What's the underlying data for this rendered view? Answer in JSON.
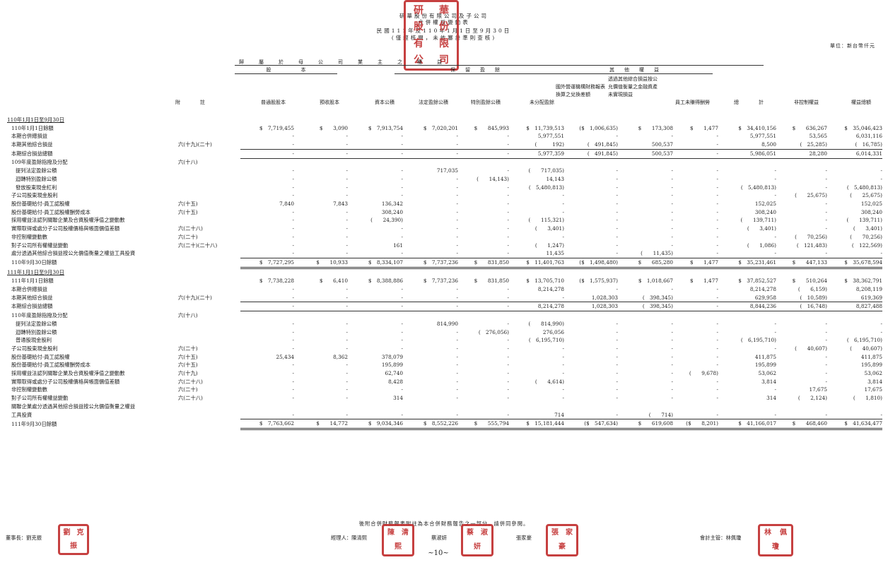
{
  "header": {
    "company": "研華股份有限公司及子公司",
    "statement": "合併權益變動表",
    "period": "民國111年及110年1月1日至9月30日",
    "note": "(僅經核閱，未依審計準則查核)",
    "unit": "單位：新台幣仟元"
  },
  "col_headers": {
    "group1": "歸　　　屬　　　於　　　母　　　公　　　司　　　業　　　主　　　之　　　權　　　益",
    "share_capital": "股　　　　　　本",
    "retained": "保　　留　　盈　　餘",
    "other_equity": "其　　他　　權　　益",
    "note_col": "附　　　　註",
    "ordinary": "普通股股本",
    "advance": "預收股本",
    "capital_surplus": "資本公積",
    "legal_reserve": "法定盈餘公積",
    "special_reserve": "特別盈餘公積",
    "unappropriated": "未分配盈餘",
    "fx": "國外營運機構財務報表換算之兌換差額",
    "fvoci": "透過其他綜合損益按公允價值衡量之金融資產未實現損益",
    "employee": "員工未賺得酬勞",
    "total": "總　　　　計",
    "nci": "非控制權益",
    "total_equity": "權益總額"
  },
  "rows": [
    {
      "label": "110年1月1日至9月30日",
      "note": "",
      "cells": [
        "",
        "",
        "",
        "",
        "",
        "",
        "",
        "",
        "",
        "",
        "",
        ""
      ],
      "type": "group"
    },
    {
      "label": "110年1月1日餘額",
      "note": "",
      "cells": [
        "$　7,719,455",
        "$　　3,090",
        "$　7,913,754",
        "$　7,020,201",
        "$　　845,993",
        "$　11,739,513",
        "($　1,006,635)",
        "$　　173,308",
        "$　　1,477",
        "$　34,410,156",
        "$　　636,267",
        "$　35,046,423"
      ],
      "type": "su",
      "indent": 1
    },
    {
      "label": "本期合併總損益",
      "note": "",
      "cells": [
        "-",
        "-",
        "-",
        "-",
        "-",
        "5,977,551",
        "-",
        "-",
        "-",
        "5,977,551",
        "53,565",
        "6,031,116"
      ],
      "type": "n",
      "indent": 1
    },
    {
      "label": "本期其他綜合損益",
      "note": "六(十九)(二十)",
      "cells": [
        "-",
        "-",
        "-",
        "-",
        "-",
        "(　　　192)",
        "(　491,845)",
        "500,537",
        "-",
        "8,500",
        "(　25,285)",
        "(　16,785)"
      ],
      "type": "u",
      "indent": 1
    },
    {
      "label": "本期綜合損益總額",
      "note": "",
      "cells": [
        "-",
        "-",
        "-",
        "-",
        "-",
        "5,977,359",
        "(　491,845)",
        "500,537",
        "-",
        "5,986,051",
        "28,280",
        "6,014,331"
      ],
      "type": "u",
      "indent": 1
    },
    {
      "label": "109年度盈餘指撥及分配",
      "note": "六(十八)",
      "cells": [
        "",
        "",
        "",
        "",
        "",
        "",
        "",
        "",
        "",
        "",
        "",
        ""
      ],
      "type": "n",
      "indent": 1
    },
    {
      "label": "提列法定盈餘公積",
      "note": "",
      "cells": [
        "-",
        "-",
        "-",
        "717,035",
        "-",
        "(　　717,035)",
        "-",
        "-",
        "-",
        "-",
        "-",
        "-"
      ],
      "type": "n",
      "indent": 2
    },
    {
      "label": "迴轉特別盈餘公積",
      "note": "",
      "cells": [
        "-",
        "-",
        "-",
        "-",
        "(　　14,143)",
        "14,143",
        "-",
        "-",
        "-",
        "-",
        "-",
        "-"
      ],
      "type": "n",
      "indent": 2
    },
    {
      "label": "發放股東現金紅利",
      "note": "",
      "cells": [
        "-",
        "-",
        "-",
        "-",
        "-",
        "(　5,480,813)",
        "-",
        "-",
        "-",
        "(　5,480,813)",
        "-",
        "(　5,480,813)"
      ],
      "type": "n",
      "indent": 2
    },
    {
      "label": "子公司股東現金股利",
      "note": "",
      "cells": [
        "-",
        "-",
        "-",
        "-",
        "-",
        "-",
        "-",
        "-",
        "-",
        "-",
        "(　　25,675)",
        "(　　25,675)"
      ],
      "type": "n",
      "indent": 1
    },
    {
      "label": "股份基礎給付-員工認股權",
      "note": "六(十五)",
      "cells": [
        "7,840",
        "7,843",
        "136,342",
        "-",
        "-",
        "-",
        "-",
        "-",
        "-",
        "152,025",
        "-",
        "152,025"
      ],
      "type": "n",
      "indent": 1
    },
    {
      "label": "股份基礎給付-員工認股權酬勞成本",
      "note": "六(十五)",
      "cells": [
        "-",
        "-",
        "308,240",
        "-",
        "-",
        "-",
        "-",
        "-",
        "-",
        "308,240",
        "-",
        "308,240"
      ],
      "type": "n",
      "indent": 1
    },
    {
      "label": "採用權益法認列關聯企業及合資股權淨值之變動數",
      "note": "",
      "cells": [
        "-",
        "-",
        "(　　24,390)",
        "-",
        "-",
        "(　　115,321)",
        "-",
        "-",
        "-",
        "(　　139,711)",
        "-",
        "(　　139,711)"
      ],
      "type": "n",
      "indent": 1
    },
    {
      "label": "實際取得或處分子公司股權價格與帳面價值差額",
      "note": "六(二十八)",
      "cells": [
        "-",
        "-",
        "-",
        "-",
        "-",
        "(　　3,401)",
        "-",
        "-",
        "-",
        "(　　3,401)",
        "-",
        "(　　3,401)"
      ],
      "type": "n",
      "indent": 1
    },
    {
      "label": "非控制權變動數",
      "note": "六(二十)",
      "cells": [
        "-",
        "-",
        "-",
        "-",
        "-",
        "-",
        "-",
        "-",
        "-",
        "-",
        "(　　70,256)",
        "(　　70,256)"
      ],
      "type": "n",
      "indent": 1
    },
    {
      "label": "對子公司所有權權益變動",
      "note": "六(二十)(二十八)",
      "cells": [
        "-",
        "-",
        "161",
        "-",
        "-",
        "(　　1,247)",
        "-",
        "-",
        "-",
        "(　　1,086)",
        "(　121,483)",
        "(　122,569)"
      ],
      "type": "n",
      "indent": 1
    },
    {
      "label": "處分透過其他綜合損益按公允價值衡量之權益工具投資",
      "note": "",
      "cells": [
        "-",
        "-",
        "-",
        "-",
        "-",
        "11,435",
        "-",
        "(　　11,435)",
        "-",
        "-",
        "-",
        "-"
      ],
      "type": "u",
      "indent": 1
    },
    {
      "label": "110年9月30日餘額",
      "note": "",
      "cells": [
        "$　7,727,295",
        "$　　10,933",
        "$　8,334,107",
        "$　7,737,236",
        "$　　831,850",
        "$　11,401,763",
        "($　1,498,480)",
        "$　　685,280",
        "$　　1,477",
        "$　35,231,461",
        "$　　447,133",
        "$　35,678,594"
      ],
      "type": "d",
      "indent": 1
    },
    {
      "label": "111年1月1日至9月30日",
      "note": "",
      "cells": [
        "",
        "",
        "",
        "",
        "",
        "",
        "",
        "",
        "",
        "",
        "",
        ""
      ],
      "type": "group"
    },
    {
      "label": "111年1月1日餘額",
      "note": "",
      "cells": [
        "$　7,738,228",
        "$　　6,410",
        "$　8,388,886",
        "$　7,737,236",
        "$　　831,850",
        "$　13,705,710",
        "($　1,575,937)",
        "$　1,018,667",
        "$　　1,477",
        "$　37,852,527",
        "$　　510,264",
        "$　38,362,791"
      ],
      "type": "su",
      "indent": 1
    },
    {
      "label": "本期合併總損益",
      "note": "",
      "cells": [
        "-",
        "-",
        "-",
        "-",
        "-",
        "8,214,278",
        "-",
        "-",
        "-",
        "8,214,278",
        "(　　6,159)",
        "8,208,119"
      ],
      "type": "n",
      "indent": 1
    },
    {
      "label": "本期其他綜合損益",
      "note": "六(十九)(二十)",
      "cells": [
        "-",
        "-",
        "-",
        "-",
        "-",
        "-",
        "1,028,303",
        "(　398,345)",
        "-",
        "629,958",
        "(　10,589)",
        "619,369"
      ],
      "type": "u",
      "indent": 1
    },
    {
      "label": "本期綜合損益總額",
      "note": "",
      "cells": [
        "-",
        "-",
        "-",
        "-",
        "-",
        "8,214,278",
        "1,028,303",
        "(　398,345)",
        "-",
        "8,844,236",
        "(　16,748)",
        "8,827,488"
      ],
      "type": "u",
      "indent": 1
    },
    {
      "label": "110年度盈餘指撥及分配",
      "note": "六(十八)",
      "cells": [
        "",
        "",
        "",
        "",
        "",
        "",
        "",
        "",
        "",
        "",
        "",
        ""
      ],
      "type": "n",
      "indent": 1
    },
    {
      "label": "提列法定盈餘公積",
      "note": "",
      "cells": [
        "-",
        "-",
        "-",
        "814,990",
        "-",
        "(　　814,990)",
        "-",
        "-",
        "-",
        "-",
        "-",
        "-"
      ],
      "type": "n",
      "indent": 2
    },
    {
      "label": "迴轉特別盈餘公積",
      "note": "",
      "cells": [
        "-",
        "-",
        "-",
        "-",
        "(　276,056)",
        "276,056",
        "-",
        "-",
        "-",
        "-",
        "-",
        "-"
      ],
      "type": "n",
      "indent": 2
    },
    {
      "label": "普通股現金股利",
      "note": "",
      "cells": [
        "-",
        "-",
        "-",
        "-",
        "-",
        "(　6,195,710)",
        "-",
        "-",
        "-",
        "(　6,195,710)",
        "-",
        "(　6,195,710)"
      ],
      "type": "n",
      "indent": 2
    },
    {
      "label": "子公司股東現金股利",
      "note": "六(二十)",
      "cells": [
        "-",
        "-",
        "-",
        "-",
        "-",
        "-",
        "-",
        "-",
        "-",
        "-",
        "(　　40,607)",
        "(　　40,607)"
      ],
      "type": "n",
      "indent": 1
    },
    {
      "label": "股份基礎給付-員工認股權",
      "note": "六(十五)",
      "cells": [
        "25,434",
        "8,362",
        "378,079",
        "-",
        "-",
        "-",
        "-",
        "-",
        "-",
        "411,875",
        "-",
        "411,875"
      ],
      "type": "n",
      "indent": 1
    },
    {
      "label": "股份基礎給付-員工認股權酬勞成本",
      "note": "六(十五)",
      "cells": [
        "-",
        "-",
        "195,899",
        "-",
        "-",
        "-",
        "-",
        "-",
        "-",
        "195,899",
        "-",
        "195,899"
      ],
      "type": "n",
      "indent": 1
    },
    {
      "label": "採用權益法認列關聯企業及合資股權淨值之變動數",
      "note": "六(十九)",
      "cells": [
        "-",
        "-",
        "62,740",
        "-",
        "-",
        "-",
        "-",
        "-",
        "(　　9,678)",
        "53,062",
        "-",
        "53,062"
      ],
      "type": "n",
      "indent": 1
    },
    {
      "label": "實際取得或處分子公司股權價格與帳面價值差額",
      "note": "六(二十八)",
      "cells": [
        "-",
        "-",
        "8,428",
        "-",
        "-",
        "(　　4,614)",
        "-",
        "-",
        "-",
        "3,814",
        "-",
        "3,814"
      ],
      "type": "n",
      "indent": 1
    },
    {
      "label": "非控制權變動數",
      "note": "六(二十)",
      "cells": [
        "-",
        "-",
        "-",
        "-",
        "-",
        "-",
        "-",
        "-",
        "-",
        "-",
        "17,675",
        "17,675"
      ],
      "type": "n",
      "indent": 1
    },
    {
      "label": "對子公司所有權權益變動",
      "note": "六(二十八)",
      "cells": [
        "-",
        "-",
        "314",
        "-",
        "-",
        "-",
        "-",
        "-",
        "-",
        "314",
        "(　　2,124)",
        "(　　1,810)"
      ],
      "type": "n",
      "indent": 1
    },
    {
      "label": "關聯企業處分透過其他綜合損益按公允價值衡量之權益",
      "note": "",
      "cells": [
        "",
        "",
        "",
        "",
        "",
        "",
        "",
        "",
        "",
        "",
        "",
        ""
      ],
      "type": "n",
      "indent": 1
    },
    {
      "label": "工具投資",
      "note": "",
      "cells": [
        "-",
        "-",
        "-",
        "-",
        "-",
        "714",
        "-",
        "(　　714)",
        "-",
        "-",
        "-",
        "-"
      ],
      "type": "u",
      "indent": 1
    },
    {
      "label": "111年9月30日餘額",
      "note": "",
      "cells": [
        "$　7,763,662",
        "$　　14,772",
        "$　9,034,346",
        "$　8,552,226",
        "$　　555,794",
        "$　15,181,444",
        "($　547,634)",
        "$　　619,608",
        "($　　8,201)",
        "$　41,166,017",
        "$　　468,460",
        "$　41,634,477"
      ],
      "type": "d",
      "indent": 1
    }
  ],
  "footer": {
    "note": "後附合併財務報表附註為本合併財務報告之一部分，請併同參閱。",
    "chairman": "董事長：劉克振",
    "manager": "經理人：陳清熙",
    "manager2": "蔡淑妍",
    "manager3": "張家豪",
    "accountant": "會計主管：林佩瓊",
    "page": "~10~"
  },
  "seals": {
    "top": [
      "研",
      "華",
      "股",
      "份",
      "有",
      "限",
      "公",
      "司"
    ],
    "chairman": [
      "劉",
      "克",
      "振"
    ],
    "chen": [
      "陳",
      "清",
      "熙"
    ],
    "tsai": [
      "蔡",
      "淑",
      "妍"
    ],
    "chang": [
      "張",
      "家",
      "豪"
    ],
    "lin": [
      "林",
      "佩",
      "瓊"
    ]
  },
  "colors": {
    "seal": "#c23030"
  }
}
